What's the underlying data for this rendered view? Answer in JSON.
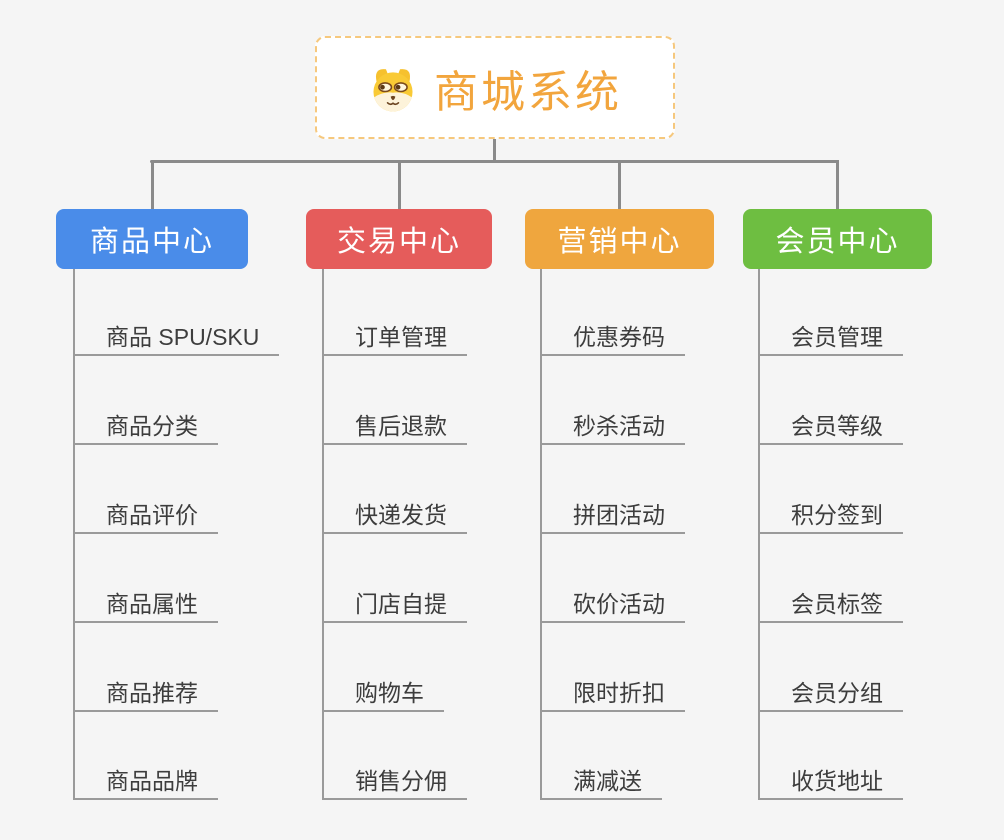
{
  "canvas": {
    "background_color": "#f5f5f5",
    "connector_color": "#8a8a8a",
    "leaf_line_color": "#9a9a9a"
  },
  "root": {
    "title": "商城系统",
    "title_color": "#f2a53d",
    "border_color": "#f6c87d",
    "icon": "shiba-dog-icon"
  },
  "branches": [
    {
      "label": "商品中心",
      "color": "#4a8ce9",
      "children": [
        "商品 SPU/SKU",
        "商品分类",
        "商品评价",
        "商品属性",
        "商品推荐",
        "商品品牌"
      ]
    },
    {
      "label": "交易中心",
      "color": "#e55c5b",
      "children": [
        "订单管理",
        "售后退款",
        "快递发货",
        "门店自提",
        "购物车",
        "销售分佣"
      ]
    },
    {
      "label": "营销中心",
      "color": "#efa63e",
      "children": [
        "优惠券码",
        "秒杀活动",
        "拼团活动",
        "砍价活动",
        "限时折扣",
        "满减送"
      ]
    },
    {
      "label": "会员中心",
      "color": "#6ebe41",
      "children": [
        "会员管理",
        "会员等级",
        "积分签到",
        "会员标签",
        "会员分组",
        "收货地址"
      ]
    }
  ]
}
